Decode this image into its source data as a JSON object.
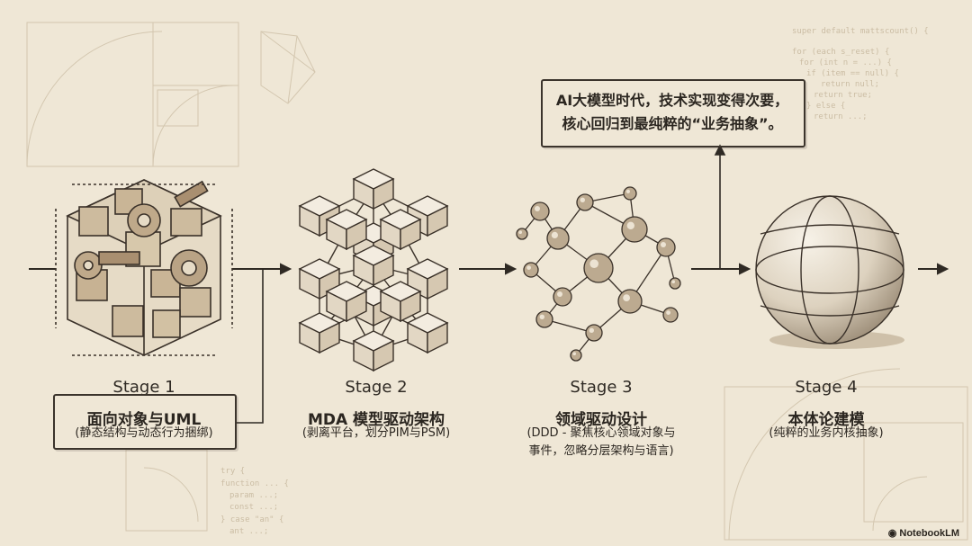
{
  "stages": [
    {
      "label": "Stage 1",
      "title": "面向对象与UML",
      "sub": "(静态结构与动态行为捆绑)",
      "icon": "gear-cube-icon"
    },
    {
      "label": "Stage 2",
      "title": "MDA 模型驱动架构",
      "sub": "(剥离平台，划分PIM与PSM)",
      "icon": "wireframe-cube-icon"
    },
    {
      "label": "Stage 3",
      "title": "领域驱动设计",
      "sub_lines": [
        "(DDD - 聚焦核心领域对象与",
        "事件，忽略分层架构与语言)"
      ],
      "icon": "molecule-network-icon"
    },
    {
      "label": "Stage 4",
      "title": "本体论建模",
      "sub": "(纯粹的业务内核抽象)",
      "icon": "sphere-icon"
    }
  ],
  "callout": {
    "lines": [
      "AI大模型时代，技术实现变得次要，",
      "核心回归到最纯粹的“业务抽象”。"
    ]
  },
  "brand": "NotebookLM",
  "colors": {
    "background": "#efe7d6",
    "ink": "#3b342c"
  }
}
